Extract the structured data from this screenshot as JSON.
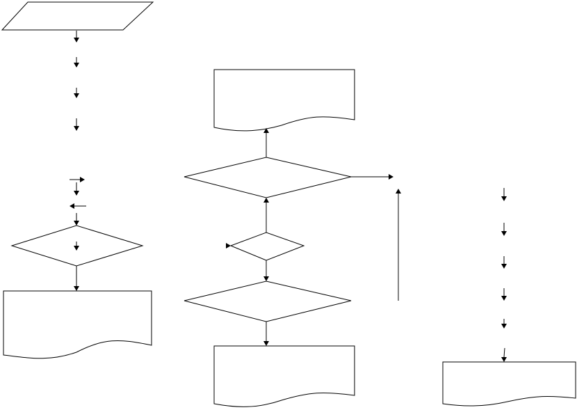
{
  "diagram": {
    "type": "flowchart",
    "colors": {
      "stroke": "#000000",
      "fill": "#ffffff"
    },
    "nodes": [
      {
        "id": "input-parallelogram",
        "shape": "parallelogram",
        "label": ""
      },
      {
        "id": "left-decision",
        "shape": "diamond",
        "label": ""
      },
      {
        "id": "left-document",
        "shape": "document",
        "label": ""
      },
      {
        "id": "middle-top-document",
        "shape": "document",
        "label": ""
      },
      {
        "id": "middle-upper-decision",
        "shape": "diamond",
        "label": ""
      },
      {
        "id": "middle-small-decision",
        "shape": "diamond",
        "label": ""
      },
      {
        "id": "middle-lower-decision",
        "shape": "diamond",
        "label": ""
      },
      {
        "id": "middle-bottom-document",
        "shape": "document",
        "label": ""
      },
      {
        "id": "right-document",
        "shape": "document",
        "label": ""
      }
    ],
    "edges": [
      {
        "from": "middle-upper-decision",
        "to": "middle-top-document"
      },
      {
        "from": "middle-small-decision",
        "to": "middle-upper-decision"
      },
      {
        "from": "middle-small-decision",
        "to": "middle-lower-decision"
      },
      {
        "from": "middle-lower-decision",
        "to": "middle-bottom-document"
      },
      {
        "from": "left-decision",
        "to": "left-document"
      }
    ]
  }
}
